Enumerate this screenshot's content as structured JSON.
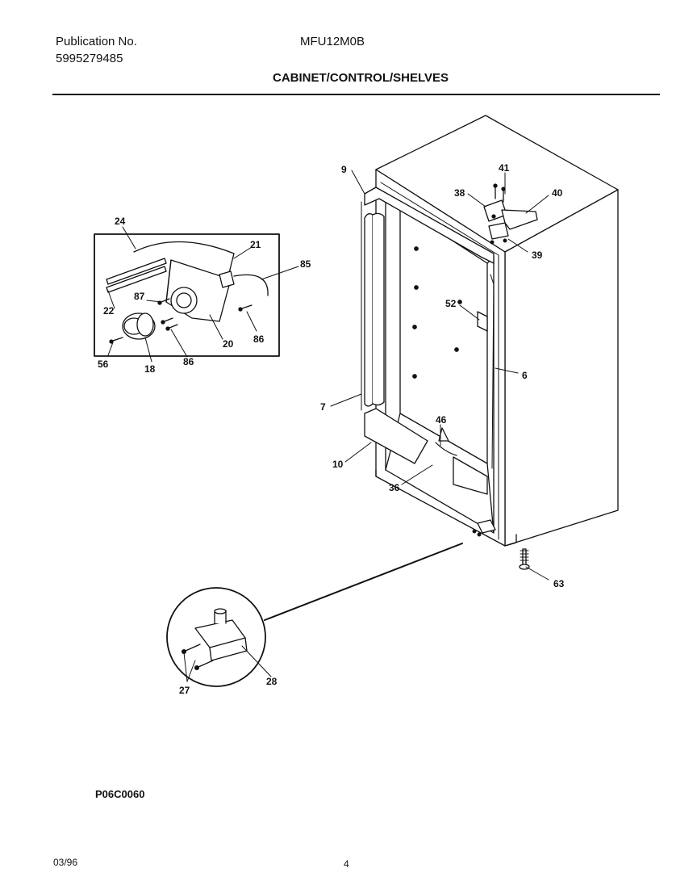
{
  "header": {
    "publication_label": "Publication No.",
    "publication_number": "5995279485",
    "model": "MFU12M0B",
    "section_title": "CABINET/CONTROL/SHELVES"
  },
  "callouts": {
    "c9": "9",
    "c41": "41",
    "c38": "38",
    "c40": "40",
    "c39": "39",
    "c52": "52",
    "c6": "6",
    "c7": "7",
    "c46": "46",
    "c10": "10",
    "c36": "36",
    "c63": "63",
    "c24": "24",
    "c21": "21",
    "c85": "85",
    "c87": "87",
    "c22": "22",
    "c20": "20",
    "c86a": "86",
    "c56": "56",
    "c18": "18",
    "c86b": "86",
    "c27": "27",
    "c28": "28"
  },
  "footer": {
    "figure_code": "P06C0060",
    "date": "03/96",
    "page": "4"
  }
}
